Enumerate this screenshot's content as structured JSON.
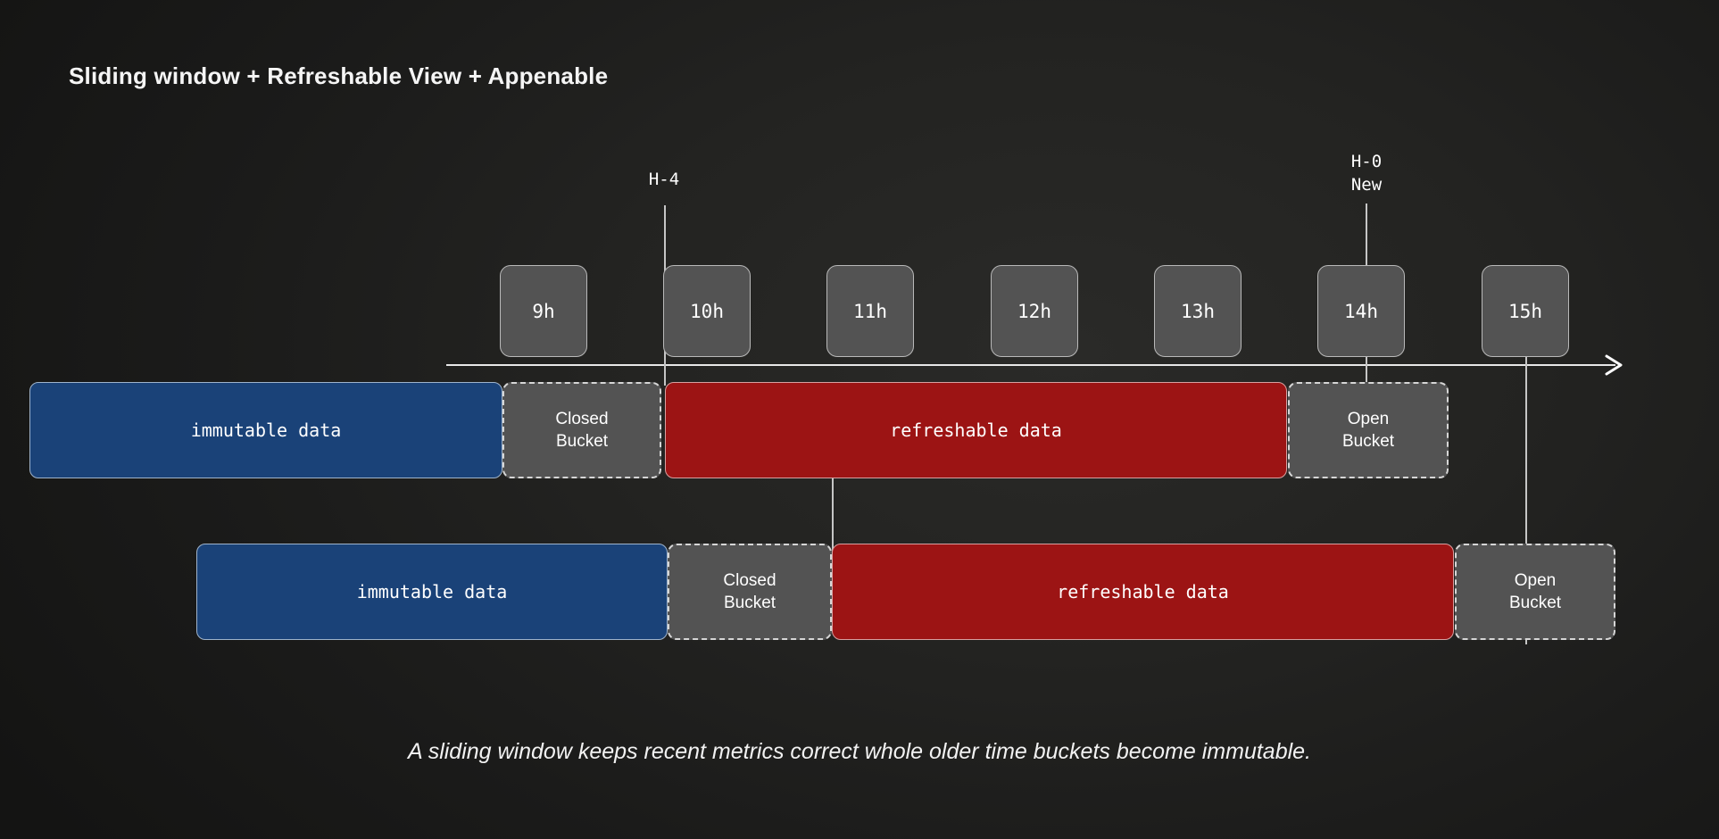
{
  "title": "Sliding window + Refreshable View + Appenable",
  "caption": "A sliding window keeps recent metrics correct whole older time buckets become immutable.",
  "colors": {
    "immutable": "#1a4278",
    "refreshable": "#9c1414",
    "bucket": "#535353",
    "axis": "#e8e8e8",
    "stem": "#c6c6c6",
    "background": "#222220"
  },
  "timeline": {
    "axis_label": "time-axis",
    "hours": [
      {
        "label": "9h"
      },
      {
        "label": "10h"
      },
      {
        "label": "11h"
      },
      {
        "label": "12h"
      },
      {
        "label": "13h"
      },
      {
        "label": "14h"
      },
      {
        "label": "15h"
      }
    ],
    "markers": [
      {
        "name": "h-minus-4",
        "text": "H-4"
      },
      {
        "name": "h-zero-new",
        "text": "H-0\nNew"
      }
    ]
  },
  "rows": [
    {
      "name": "row-before",
      "segments": [
        {
          "name": "immutable-data",
          "label": "immutable data",
          "kind": "immutable"
        },
        {
          "name": "closed-bucket",
          "label": "Closed\nBucket",
          "kind": "bucket"
        },
        {
          "name": "refreshable-data",
          "label": "refreshable data",
          "kind": "refreshable"
        },
        {
          "name": "open-bucket",
          "label": "Open\nBucket",
          "kind": "bucket"
        }
      ]
    },
    {
      "name": "row-after",
      "segments": [
        {
          "name": "immutable-data",
          "label": "immutable data",
          "kind": "immutable"
        },
        {
          "name": "closed-bucket",
          "label": "Closed\nBucket",
          "kind": "bucket"
        },
        {
          "name": "refreshable-data",
          "label": "refreshable data",
          "kind": "refreshable"
        },
        {
          "name": "open-bucket",
          "label": "Open\nBucket",
          "kind": "bucket"
        }
      ]
    }
  ]
}
